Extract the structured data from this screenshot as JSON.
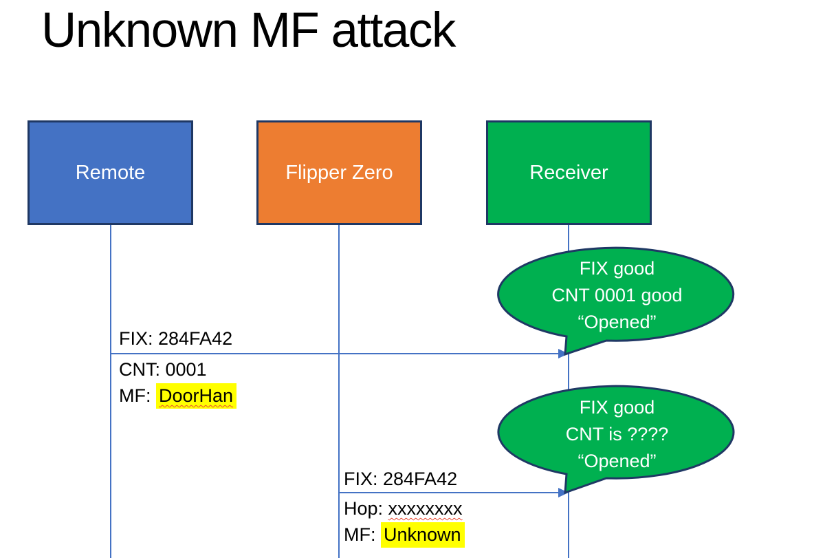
{
  "slide": {
    "title": "Unknown MF attack"
  },
  "actors": [
    {
      "label": "Remote",
      "fill": "#4472C4"
    },
    {
      "label": "Flipper Zero",
      "fill": "#ED7D31"
    },
    {
      "label": "Receiver",
      "fill": "#00B050"
    }
  ],
  "messages": [
    {
      "from": "Remote",
      "to": "Receiver",
      "above": "FIX: 284FA42",
      "below": [
        {
          "prefix": "CNT: ",
          "value": "0001",
          "highlight": false,
          "misspelling_underline": false
        },
        {
          "prefix": "MF: ",
          "value": "DoorHan",
          "highlight": true,
          "misspelling_underline": true
        }
      ]
    },
    {
      "from": "Flipper Zero",
      "to": "Receiver",
      "above": "FIX: 284FA42",
      "below": [
        {
          "prefix": "Hop: ",
          "value": "xxxxxxxx",
          "highlight": false,
          "misspelling_underline": true
        },
        {
          "prefix": "MF: ",
          "value": "Unknown",
          "highlight": true,
          "misspelling_underline": false
        }
      ]
    }
  ],
  "bubbles": [
    {
      "speaker": "Receiver",
      "lines": [
        "FIX good",
        "CNT 0001 good",
        "“Opened”"
      ]
    },
    {
      "speaker": "Receiver",
      "lines": [
        "FIX good",
        "CNT is ????",
        "“Opened”"
      ]
    }
  ],
  "colors": {
    "background": "#FFFFFF",
    "accent_blue": "#4472C4",
    "accent_orange": "#ED7D31",
    "accent_green": "#00B050",
    "shape_border": "#1F3864",
    "connector": "#4472C4",
    "highlight": "#FFFF00",
    "spellcheck": "#EA4A33",
    "bubble_text": "#FFFFFF",
    "label_text": "#000000"
  }
}
